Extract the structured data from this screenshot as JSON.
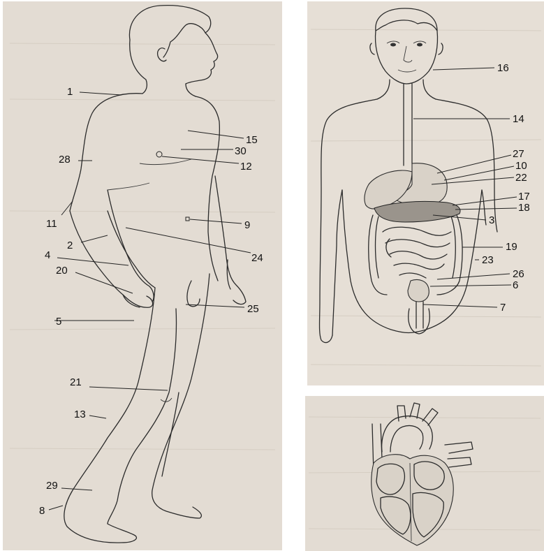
{
  "figure": {
    "body_labels": [
      {
        "key": "1",
        "text": "1"
      },
      {
        "key": "15",
        "text": "15"
      },
      {
        "key": "30",
        "text": "30"
      },
      {
        "key": "28",
        "text": "28"
      },
      {
        "key": "12",
        "text": "12"
      },
      {
        "key": "11",
        "text": "11"
      },
      {
        "key": "9",
        "text": "9"
      },
      {
        "key": "2",
        "text": "2"
      },
      {
        "key": "24",
        "text": "24"
      },
      {
        "key": "4",
        "text": "4"
      },
      {
        "key": "20",
        "text": "20"
      },
      {
        "key": "25",
        "text": "25"
      },
      {
        "key": "5",
        "text": "5"
      },
      {
        "key": "21",
        "text": "21"
      },
      {
        "key": "13",
        "text": "13"
      },
      {
        "key": "29",
        "text": "29"
      },
      {
        "key": "8",
        "text": "8"
      }
    ],
    "torso_labels": [
      {
        "key": "16",
        "text": "16"
      },
      {
        "key": "14",
        "text": "14"
      },
      {
        "key": "27",
        "text": "27"
      },
      {
        "key": "10",
        "text": "10"
      },
      {
        "key": "22",
        "text": "22"
      },
      {
        "key": "17",
        "text": "17"
      },
      {
        "key": "18",
        "text": "18"
      },
      {
        "key": "3",
        "text": "3"
      },
      {
        "key": "19",
        "text": "19"
      },
      {
        "key": "23",
        "text": "23"
      },
      {
        "key": "26",
        "text": "26"
      },
      {
        "key": "6",
        "text": "6"
      },
      {
        "key": "7",
        "text": "7"
      }
    ]
  }
}
